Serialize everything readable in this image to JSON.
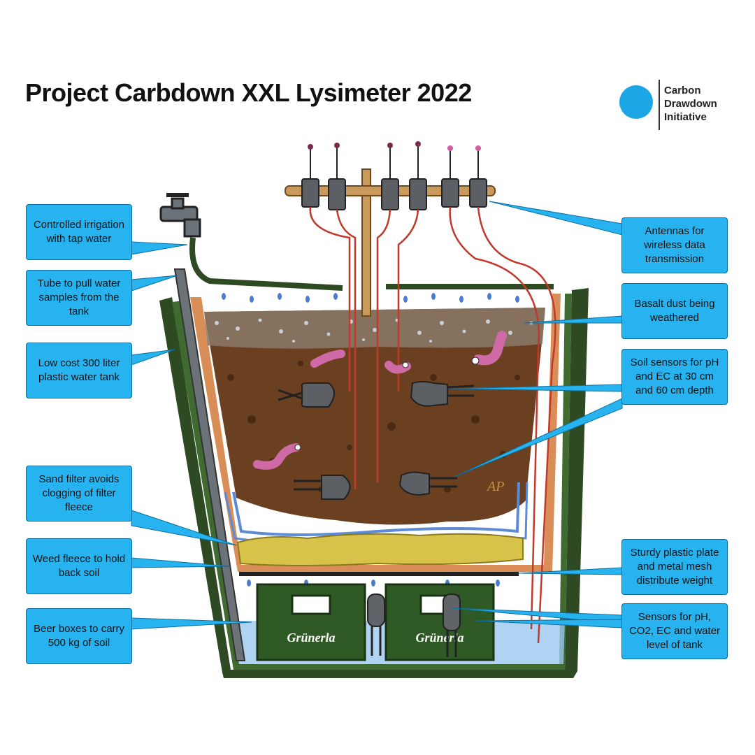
{
  "title": "Project Carbdown XXL Lysimeter 2022",
  "logo": {
    "line1": "Carbon",
    "line2": "Drawdown",
    "line3": "Initiative",
    "brand_color": "#1da6e6"
  },
  "labels": {
    "irrigation": "Controlled irrigation with tap water",
    "tube": "Tube to pull water samples from the tank",
    "tank": "Low cost 300 liter plastic water tank",
    "sand": "Sand filter avoids clogging of filter fleece",
    "fleece": "Weed fleece to hold back soil",
    "boxes": "Beer boxes to carry 500 kg of soil",
    "antennas": "Antennas for wireless data transmission",
    "basalt": "Basalt dust being weathered",
    "soil_sensors": "Soil sensors for pH and EC at 30 cm and 60 cm depth",
    "plate": "Sturdy plastic plate and metal mesh distribute weight",
    "tank_sensors": "Sensors for pH, CO2, EC and water level of tank"
  },
  "crate_brand": "Grünerla",
  "signature": "AP",
  "colors": {
    "label_fill": "#27b3ef",
    "soil": "#6b4020",
    "tank_wall": "#2d4a22",
    "sand": "#d7c24a",
    "water": "#9cc8f0",
    "wire": "#c0392b"
  }
}
